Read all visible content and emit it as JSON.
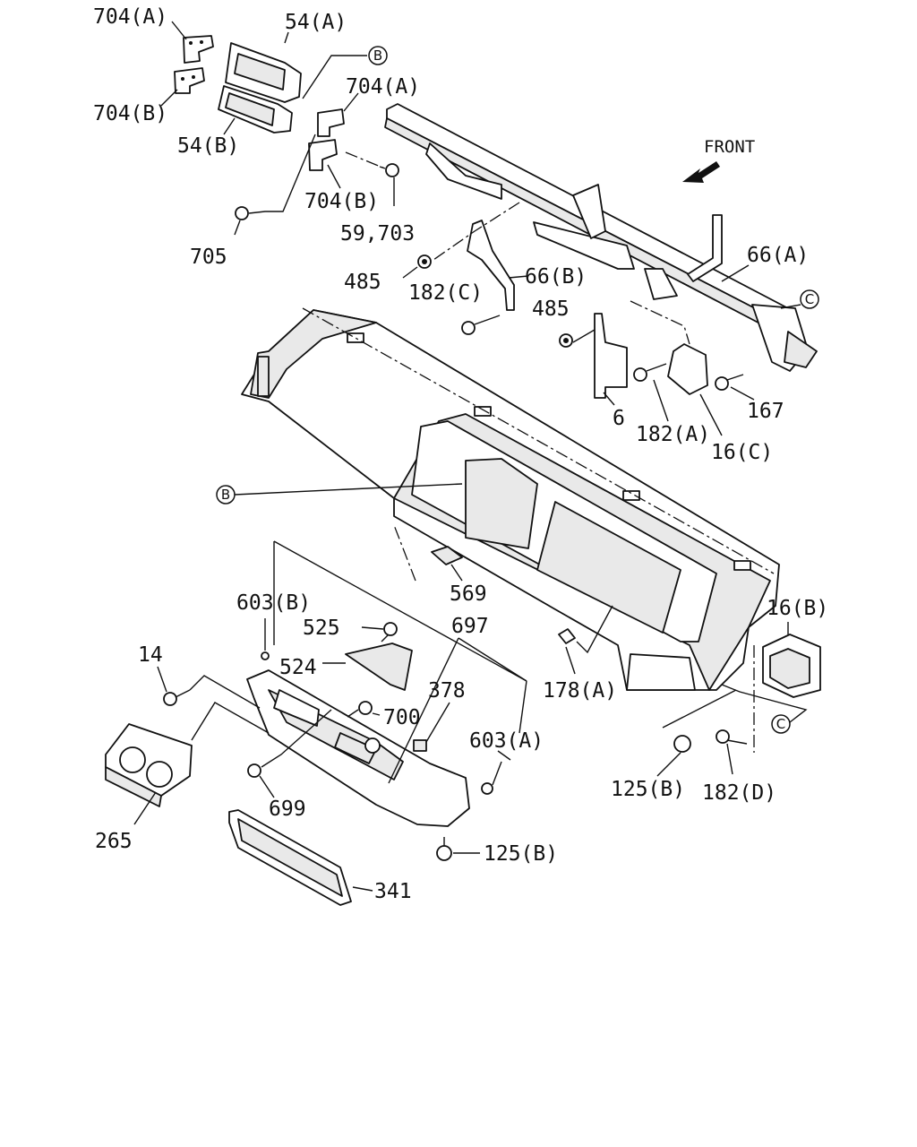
{
  "front_label": "FRONT",
  "callouts": {
    "B": "B",
    "C": "C"
  },
  "labels": {
    "p704a_top": "704(A)",
    "p704b_top": "704(B)",
    "p54a": "54(A)",
    "p54b": "54(B)",
    "p704a_mid": "704(A)",
    "p704b_mid": "704(B)",
    "p59_703": "59,703",
    "p705": "705",
    "p485_left": "485",
    "p182c": "182(C)",
    "p66b": "66(B)",
    "p66a": "66(A)",
    "p485_right": "485",
    "p6": "6",
    "p182a": "182(A)",
    "p16c": "16(C)",
    "p167": "167",
    "p569": "569",
    "p603b": "603(B)",
    "p525": "525",
    "p697": "697",
    "p524": "524",
    "p14": "14",
    "p378": "378",
    "p700": "700",
    "p603a": "603(A)",
    "p178a": "178(A)",
    "p16b": "16(B)",
    "p125b_right": "125(B)",
    "p182d": "182(D)",
    "p699": "699",
    "p265": "265",
    "p125b_bottom": "125(B)",
    "p341": "341"
  }
}
